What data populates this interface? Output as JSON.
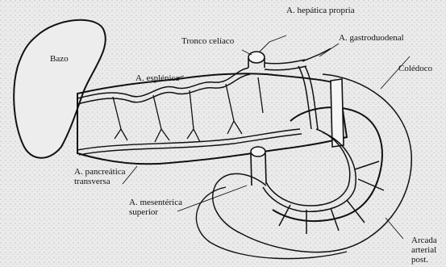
{
  "labels": {
    "bazo": "Bazo",
    "tronco_celiaco": "Tronco celíaco",
    "hepatica_propia": "A. hepática propria",
    "gastroduodenal": "A. gastroduodenal",
    "coledoco": "Colédoco",
    "esplenica": "A. esplénica",
    "pancreatica_1": "A. pancreática",
    "pancreatica_2": "transversa",
    "mesenterica_1": "A. mesentérica",
    "mesenterica_2": "superior",
    "arcada_1": "Arcada",
    "arcada_2": "arterial",
    "arcada_3": "post."
  },
  "colors": {
    "paper": "#ebebeb",
    "ink": "#111111",
    "vessel_fill": "#f4f4f4"
  }
}
